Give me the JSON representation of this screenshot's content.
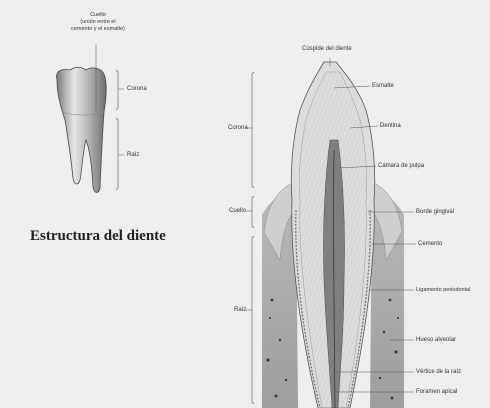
{
  "title": "Estructura del diente",
  "small_tooth": {
    "neck_label_lines": [
      "Cuello",
      "(unión entre el",
      "cemento y el esmalte)"
    ],
    "crown": "Corona",
    "root": "Raíz"
  },
  "section": {
    "regions": {
      "crown": "Corona",
      "neck": "Cuello",
      "root": "Raíz"
    },
    "labels": {
      "cusp": "Cúspide del diente",
      "enamel": "Esmalte",
      "dentin": "Dentina",
      "pulp_chamber": "Cámara de pulpa",
      "gingival_border": "Borde gingival",
      "cement": "Cemento",
      "periodontal_ligament": "Ligamento periodontal",
      "alveolar_bone": "Hueso alveolar",
      "root_apex": "Vértice de la raíz",
      "apical_foramen": "Foramen apical"
    }
  }
}
